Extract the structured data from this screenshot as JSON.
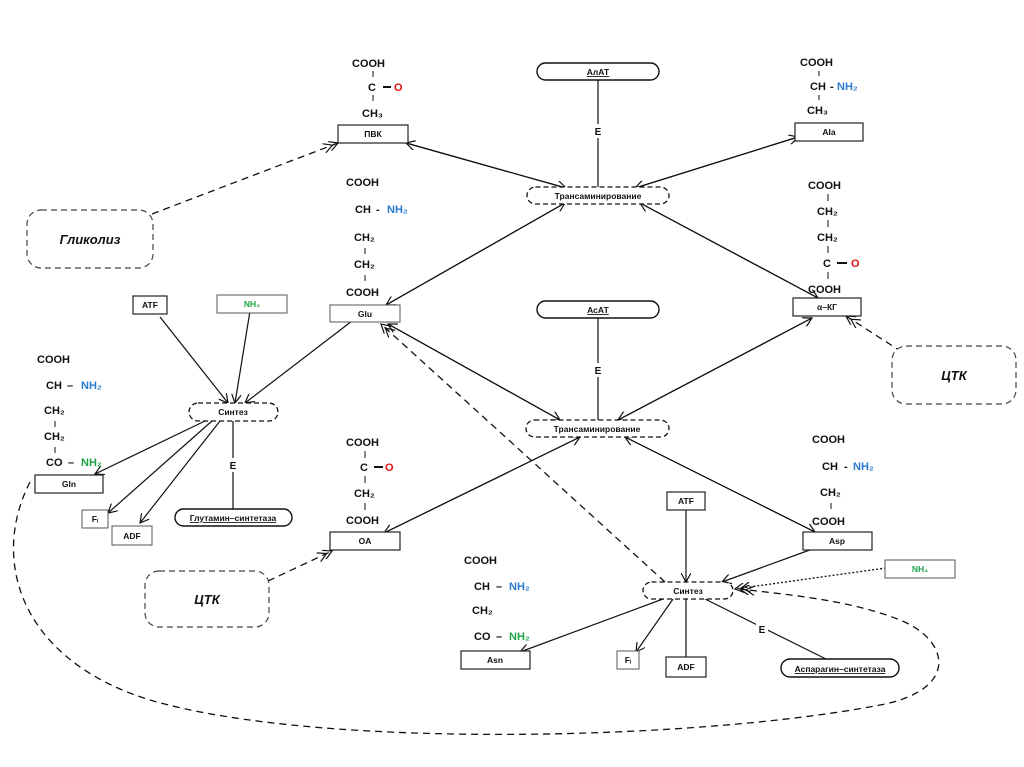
{
  "title": "Трансаминирование и синтез амидов (Gln, Asn)",
  "enzymes": {
    "alat": "АлАТ",
    "asat": "АсАТ",
    "gln_synthetase": "Глутамин–синтетаза",
    "asn_synthetase": "Аспарагин–синтетаза",
    "e_label": "E"
  },
  "processes": {
    "transamination": "Трансаминирование",
    "synthesis": "Синтез"
  },
  "sources": {
    "glycolysis": "Гликолиз",
    "tca1": "ЦТК",
    "tca2": "ЦТК"
  },
  "compounds": {
    "pvk": "ПВК",
    "ala": "Ala",
    "glu": "Glu",
    "akg": "α–КГ",
    "gln": "Gln",
    "oa": "OA",
    "asp": "Asp",
    "asn": "Asn",
    "atf": "ATF",
    "adf": "ADF",
    "fi": "Fᵢ",
    "nh3": "NH₃"
  },
  "formula": {
    "cooh": "COOH",
    "c": "C",
    "ch": "CH",
    "ch2": "CH₂",
    "ch3": "CH₃",
    "co": "CO",
    "o": "O",
    "nh2": "NH₂",
    "dash": "–",
    "dash_short": "-"
  },
  "colors": {
    "amino": "#2a7bd0",
    "amide": "#1fa24a",
    "keto": "#e01010"
  }
}
